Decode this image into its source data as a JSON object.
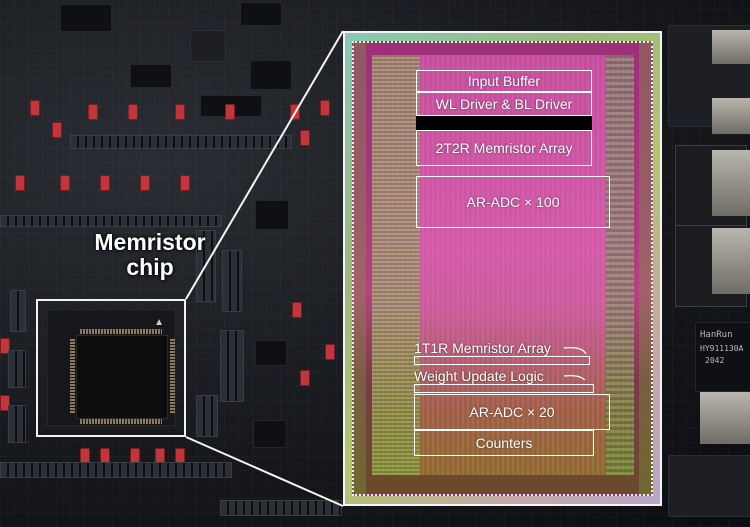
{
  "photo": {
    "chip_label": [
      "Memristor",
      "chip"
    ],
    "pin1_marker": "▲"
  },
  "die": {
    "blocks": {
      "input_buffer": "Input Buffer",
      "wl_bl_driver": "WL Driver & BL Driver",
      "array_2t2r": "2T2R Memristor Array",
      "adc_100": "AR-ADC × 100",
      "array_1t1r": "1T1R Memristor Array",
      "weight_update": "Weight Update Logic",
      "adc_20": "AR-ADC × 20",
      "counters": "Counters"
    }
  },
  "board_text": {
    "hanrun": "HanRun",
    "part": "HY911130A",
    "code": "2042"
  }
}
